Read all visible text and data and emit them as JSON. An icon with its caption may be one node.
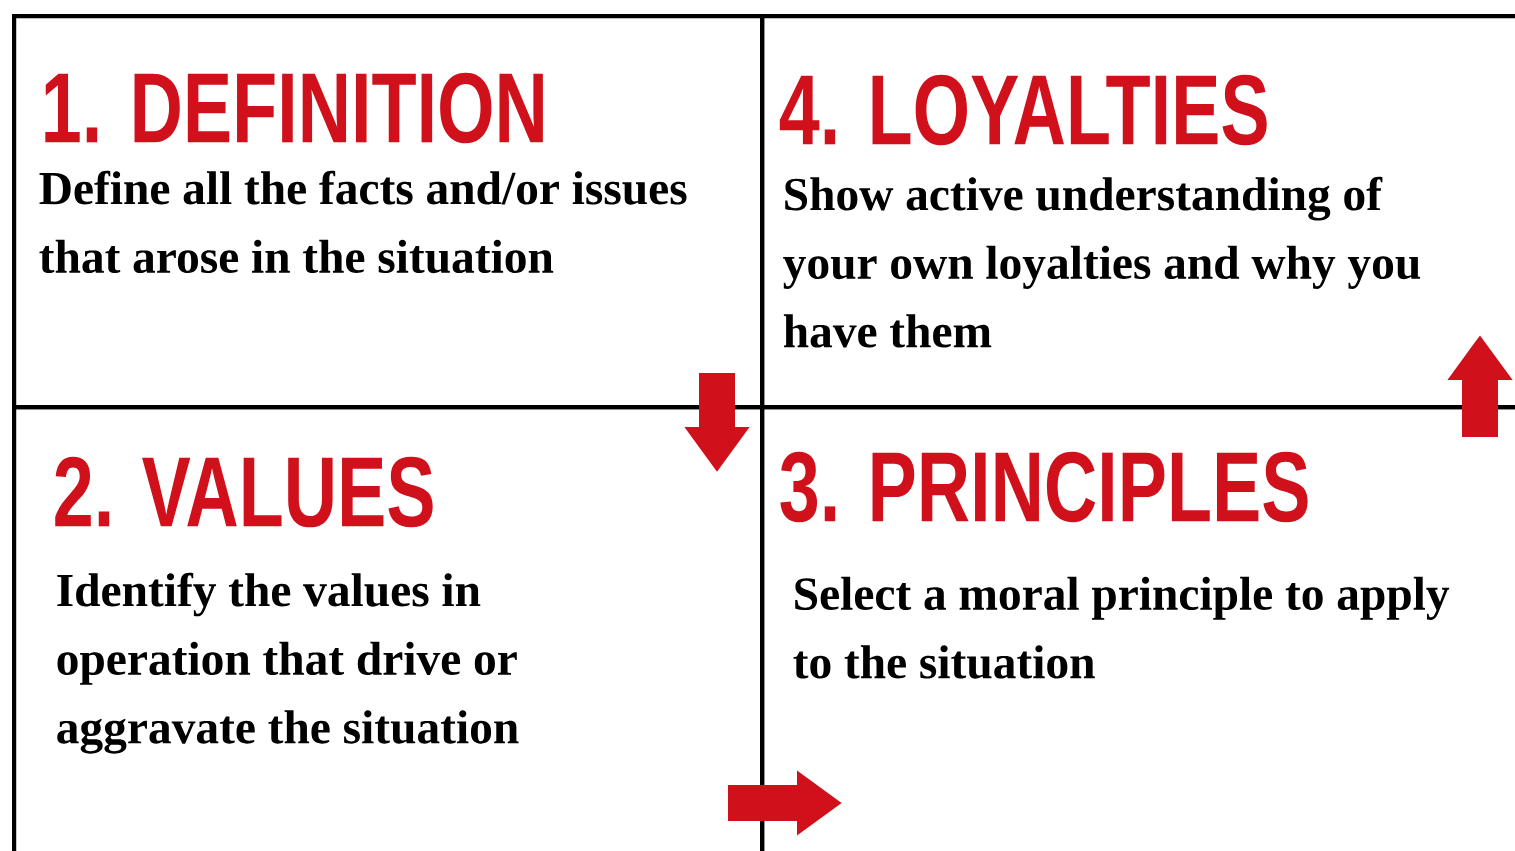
{
  "diagram": {
    "nodes": [
      {
        "text": [
          "1. DEFINITION",
          "Define all the facts and/or issues that arose in the situation"
        ]
      },
      {
        "text": [
          "4. LOYALTIES",
          "Show active understanding of your own loyalties and why you have them"
        ]
      },
      {
        "text": [
          "2. VALUES",
          "Identify the values in operation that drive or aggravate the situation"
        ]
      },
      {
        "text": [
          "3. PRINCIPLES",
          "Select a moral principle to apply to the situation"
        ]
      }
    ],
    "edges": [
      {
        "from": 0,
        "to": 2,
        "arrow": "to"
      },
      {
        "from": 2,
        "to": 3,
        "arrow": "to"
      },
      {
        "from": 3,
        "to": 1,
        "arrow": "to"
      }
    ]
  }
}
